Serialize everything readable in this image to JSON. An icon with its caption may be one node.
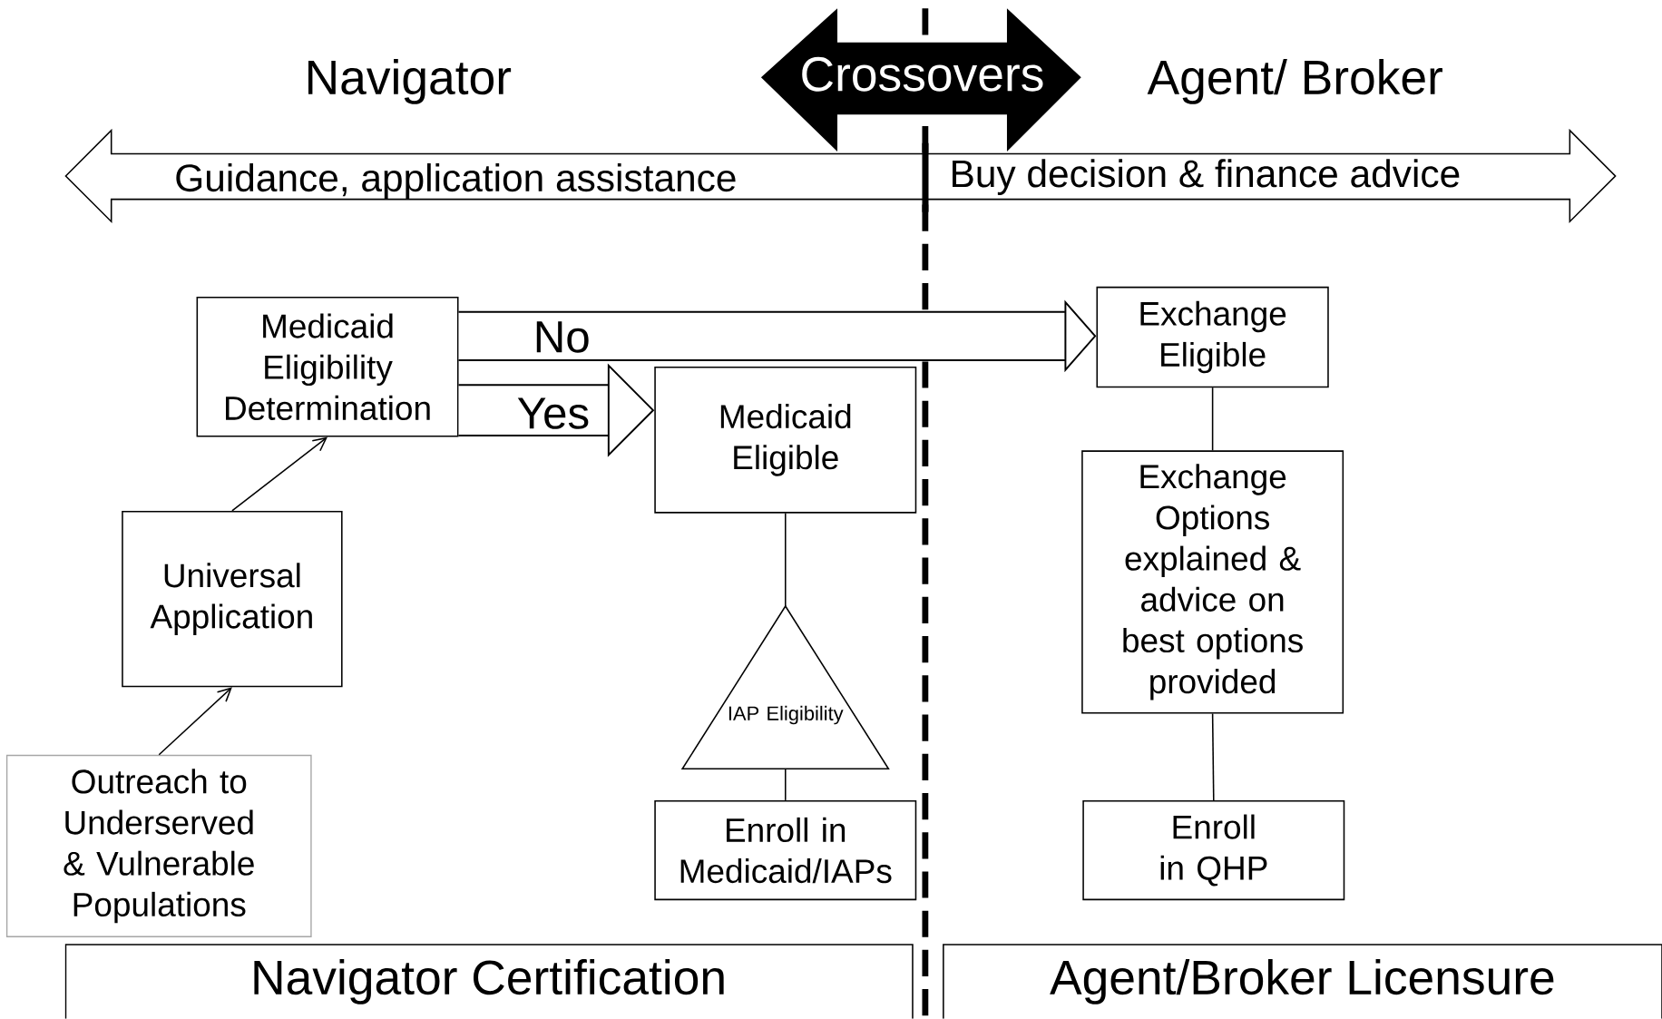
{
  "diagram": {
    "nodes": [
      {
        "text": [
          "Crossovers"
        ]
      },
      {
        "text": [
          "Medicaid Eligibility Determination"
        ]
      },
      {
        "text": [
          "Exchange Eligible"
        ]
      },
      {
        "text": [
          "Medicaid Eligible"
        ]
      },
      {
        "text": [
          "Universal Application"
        ]
      },
      {
        "text": [
          "Exchange Options explained & advice on best options provided"
        ]
      },
      {
        "text": [
          "IAP Eligibility"
        ]
      },
      {
        "text": [
          "Outreach to Underserved & Vulnerable Populations"
        ]
      },
      {
        "text": [
          "Enroll in Medicaid/IAPs"
        ]
      },
      {
        "text": [
          "Enroll in QHP"
        ]
      },
      {
        "text": [
          "Navigator Certification"
        ]
      },
      {
        "text": [
          "Agent/Broker Licensure"
        ]
      }
    ],
    "edges": [
      {
        "from": 7,
        "to": 4,
        "arrow": "to"
      },
      {
        "from": 4,
        "to": 1,
        "arrow": "to"
      },
      {
        "from": 1,
        "to": 2,
        "arrow": "to",
        "label": "No",
        "style": "thick"
      },
      {
        "from": 1,
        "to": 3,
        "arrow": "to",
        "label": "Yes",
        "style": "thick"
      },
      {
        "from": 3,
        "to": 6,
        "arrow": "none"
      },
      {
        "from": 6,
        "to": 8,
        "arrow": "none"
      },
      {
        "from": 2,
        "to": 5,
        "arrow": "none"
      },
      {
        "from": 5,
        "to": 9,
        "arrow": "none"
      }
    ],
    "labels": [
      "Navigator",
      "Agent/ Broker",
      "Guidance, application assistance",
      "Buy decision & finance advice"
    ]
  }
}
